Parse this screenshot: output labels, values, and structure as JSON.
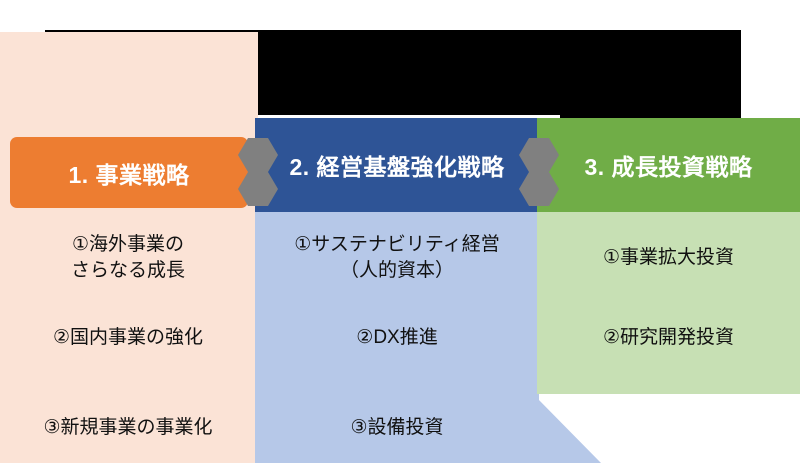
{
  "diagram": {
    "title_redaction": "redacted-black-band",
    "connector_icon": "double-hexagon-connector-icon",
    "columns": [
      {
        "id": "col-1",
        "header": "1. 事業戦略",
        "header_color": "#ED7D31",
        "panel_color": "#F4B183",
        "body_color": "#FBE3D6",
        "items": [
          {
            "line1": "①海外事業の",
            "line2": "さらなる成長"
          },
          {
            "line1": "②国内事業の強化",
            "line2": ""
          },
          {
            "line1": "③新規事業の事業化",
            "line2": ""
          }
        ]
      },
      {
        "id": "col-2",
        "header": "2. 経営基盤強化戦略",
        "header_color": "#2E5496",
        "panel_color": "#2E5496",
        "body_color": "#B6C8E8",
        "items": [
          {
            "line1": "①サステナビリティ経営",
            "line2": "（人的資本）"
          },
          {
            "line1": "②DX推進",
            "line2": ""
          },
          {
            "line1": "③設備投資",
            "line2": ""
          }
        ]
      },
      {
        "id": "col-3",
        "header": "3. 成長投資戦略",
        "header_color": "#70AD47",
        "panel_color": "#70AD47",
        "body_color": "#C7E0B4",
        "items": [
          {
            "line1": "①事業拡大投資",
            "line2": ""
          },
          {
            "line1": "②研究開発投資",
            "line2": ""
          }
        ]
      }
    ]
  }
}
